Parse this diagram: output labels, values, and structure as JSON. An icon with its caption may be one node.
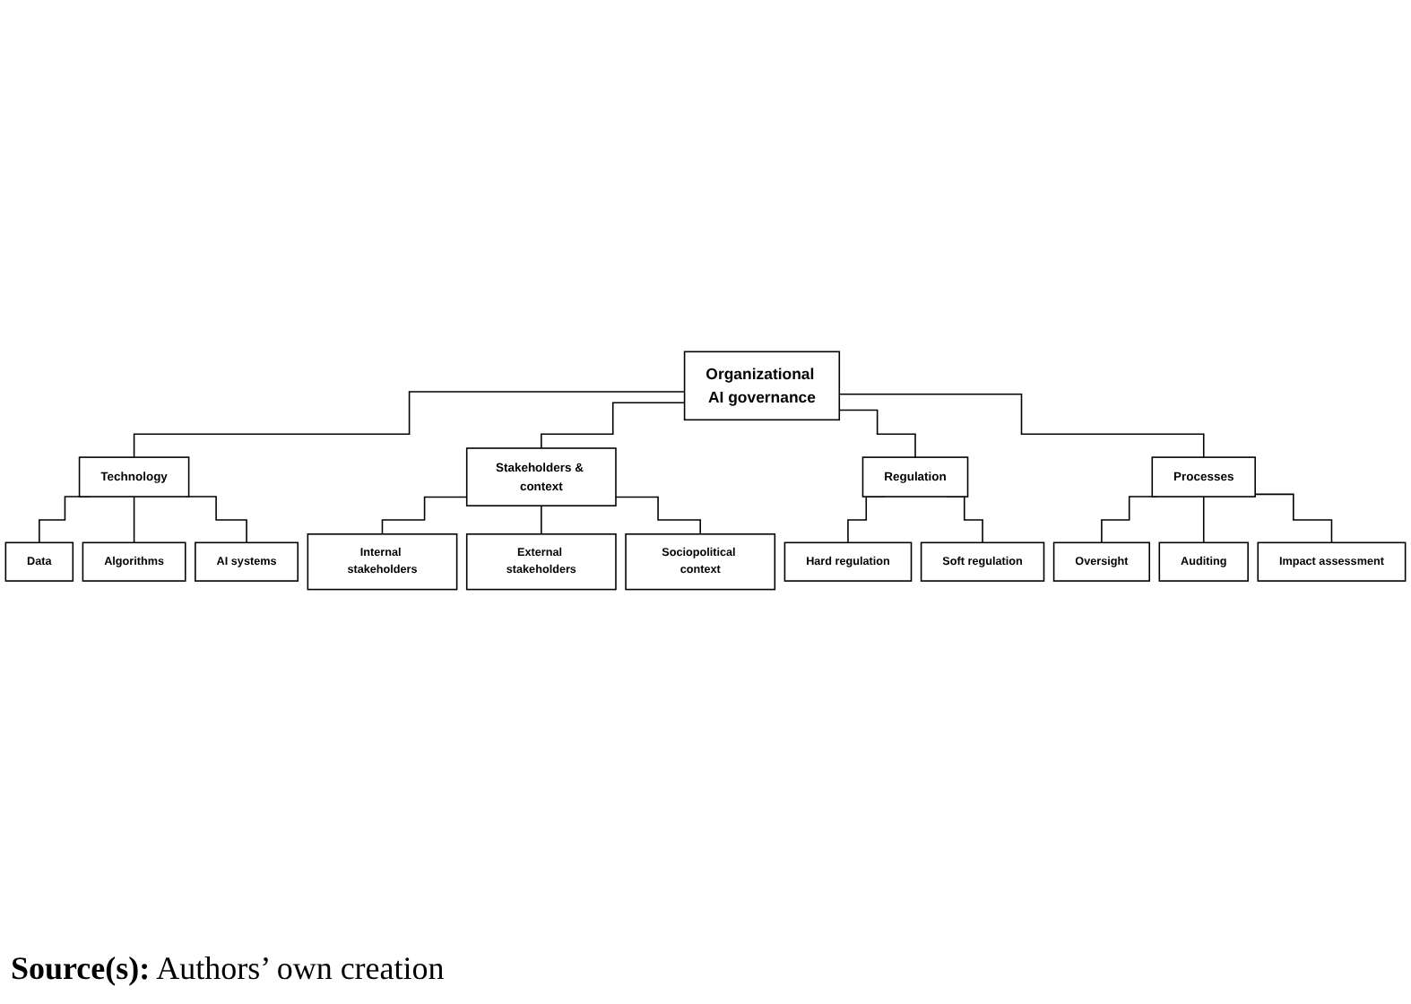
{
  "diagram": {
    "nodes": [
      {
        "text": [
          "Organizational AI governance"
        ]
      },
      {
        "text": [
          "Technology"
        ]
      },
      {
        "text": [
          "Data"
        ]
      },
      {
        "text": [
          "Algorithms"
        ]
      },
      {
        "text": [
          "AI systems"
        ]
      },
      {
        "text": [
          "Stakeholders & context"
        ]
      },
      {
        "text": [
          "Internal stakeholders"
        ]
      },
      {
        "text": [
          "External stakeholders"
        ]
      },
      {
        "text": [
          "Sociopolitical context"
        ]
      },
      {
        "text": [
          "Regulation"
        ]
      },
      {
        "text": [
          "Hard regulation"
        ]
      },
      {
        "text": [
          "Soft regulation"
        ]
      },
      {
        "text": [
          "Processes"
        ]
      },
      {
        "text": [
          "Oversight"
        ]
      },
      {
        "text": [
          "Auditing"
        ]
      },
      {
        "text": [
          "Impact assessment"
        ]
      }
    ],
    "edges": [
      {
        "from": 0,
        "to": 1,
        "arrow": "none"
      },
      {
        "from": 0,
        "to": 5,
        "arrow": "none"
      },
      {
        "from": 0,
        "to": 9,
        "arrow": "none"
      },
      {
        "from": 0,
        "to": 12,
        "arrow": "none"
      },
      {
        "from": 1,
        "to": 2,
        "arrow": "none"
      },
      {
        "from": 1,
        "to": 3,
        "arrow": "none"
      },
      {
        "from": 1,
        "to": 4,
        "arrow": "none"
      },
      {
        "from": 5,
        "to": 6,
        "arrow": "none"
      },
      {
        "from": 5,
        "to": 7,
        "arrow": "none"
      },
      {
        "from": 5,
        "to": 8,
        "arrow": "none"
      },
      {
        "from": 9,
        "to": 10,
        "arrow": "none"
      },
      {
        "from": 9,
        "to": 11,
        "arrow": "none"
      },
      {
        "from": 12,
        "to": 13,
        "arrow": "none"
      },
      {
        "from": 12,
        "to": 14,
        "arrow": "none"
      },
      {
        "from": 12,
        "to": 15,
        "arrow": "none"
      }
    ],
    "caption": "**Source(s):** Authors’ own creation"
  }
}
